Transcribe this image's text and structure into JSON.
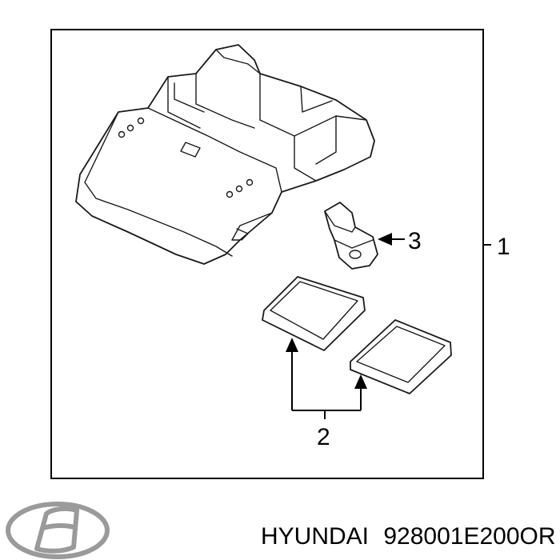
{
  "callouts": {
    "c1": "1",
    "c2": "2",
    "c3": "3"
  },
  "footer": {
    "brand": "HYUNDAI",
    "part_number": "928001E200OR",
    "logo": "hyundai-logo"
  }
}
